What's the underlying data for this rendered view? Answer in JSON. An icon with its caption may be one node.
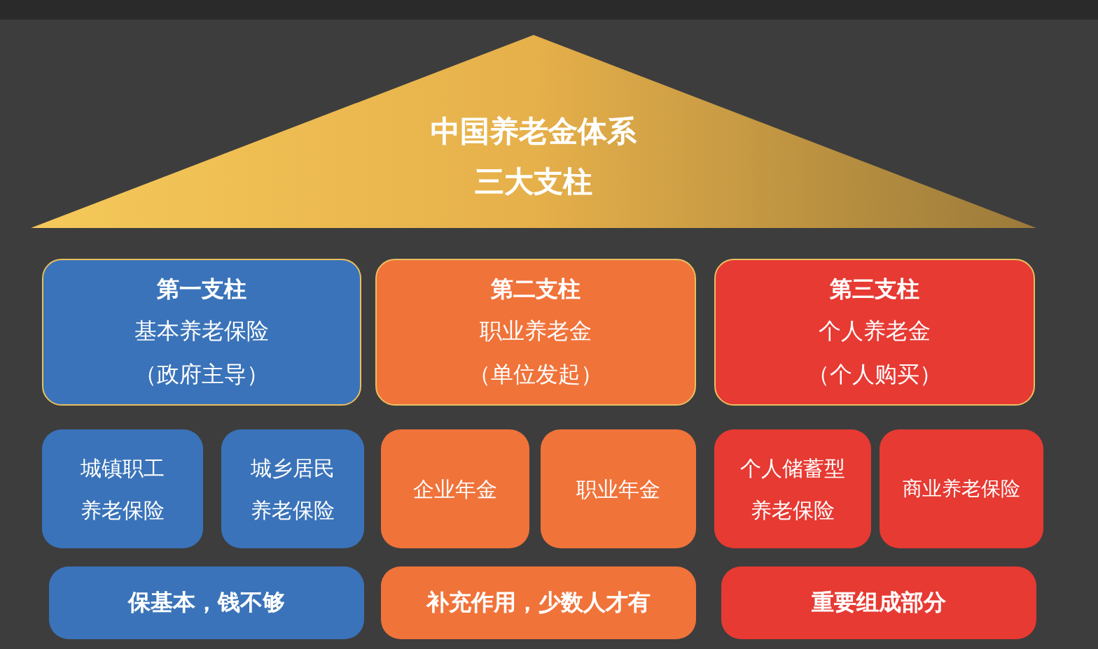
{
  "diagram": {
    "nodes": [
      {
        "text": [
          "中国养老金体系",
          "三大支柱"
        ]
      },
      {
        "text": [
          "第一支柱",
          "基本养老保险",
          "（政府主导）"
        ]
      },
      {
        "text": [
          "第二支柱",
          "职业养老金",
          "（单位发起）"
        ]
      },
      {
        "text": [
          "第三支柱",
          "个人养老金",
          "（个人购买）"
        ]
      },
      {
        "text": [
          "城镇职工养老保险"
        ]
      },
      {
        "text": [
          "城乡居民养老保险"
        ]
      },
      {
        "text": [
          "企业年金"
        ]
      },
      {
        "text": [
          "职业年金"
        ]
      },
      {
        "text": [
          "个人储蓄型养老保险"
        ]
      },
      {
        "text": [
          "商业养老保险"
        ]
      },
      {
        "text": [
          "保基本，钱不够"
        ]
      },
      {
        "text": [
          "补充作用，少数人才有"
        ]
      },
      {
        "text": [
          "重要组成部分"
        ]
      }
    ]
  }
}
